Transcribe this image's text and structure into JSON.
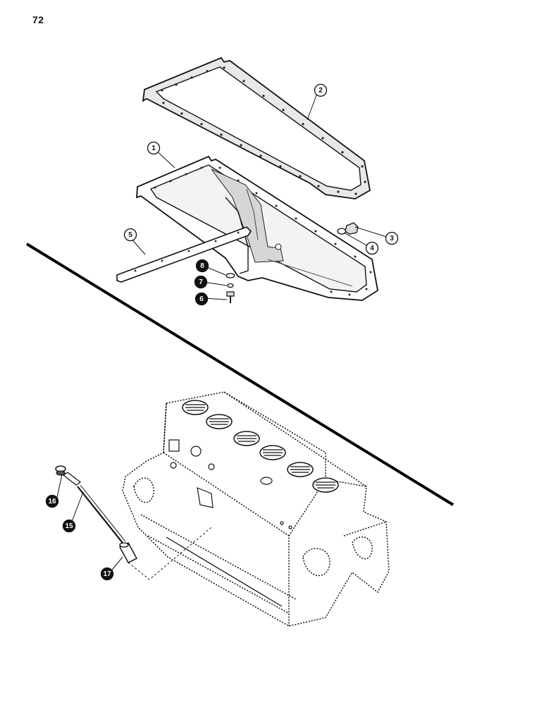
{
  "page_number": "72",
  "callouts": [
    {
      "id": "1",
      "label": "1"
    },
    {
      "id": "2",
      "label": "2"
    },
    {
      "id": "3",
      "label": "3"
    },
    {
      "id": "4",
      "label": "4"
    },
    {
      "id": "5",
      "label": "5"
    },
    {
      "id": "6",
      "label": "6"
    },
    {
      "id": "7",
      "label": "7"
    },
    {
      "id": "8",
      "label": "8"
    },
    {
      "id": "15",
      "label": "15"
    },
    {
      "id": "16",
      "label": "16"
    },
    {
      "id": "17",
      "label": "17"
    }
  ]
}
